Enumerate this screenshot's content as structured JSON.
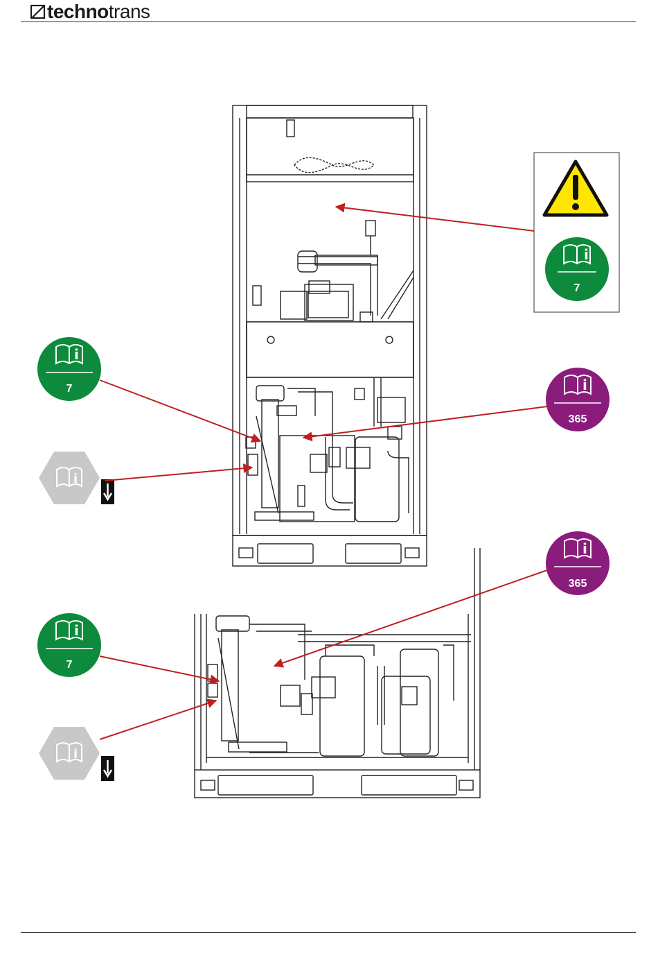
{
  "header": {
    "brand_bold": "techno",
    "brand_light": "trans"
  },
  "symbols": {
    "warning_box_interval": "7",
    "top_left_interval": "7",
    "top_right_interval": "365",
    "bottom_right_interval": "365",
    "bottom_left_interval": "7"
  },
  "colors": {
    "interval_green": "#0e8a3c",
    "interval_purple": "#8a1c7c",
    "hexagon_gray": "#c8c8c8",
    "warning_yellow": "#ffe600",
    "leader_red": "#c01f1f"
  },
  "icons": [
    "warning-triangle-icon",
    "manual-book-icon",
    "drain-arrow-icon"
  ]
}
